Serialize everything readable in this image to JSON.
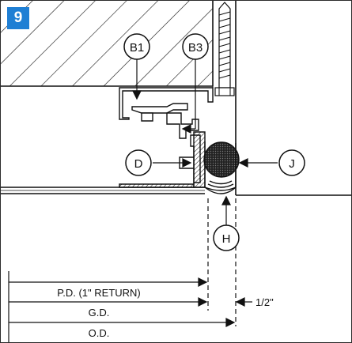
{
  "figure": {
    "number": "9",
    "accent_color": "#1f7fd4"
  },
  "callouts": {
    "b1": "B1",
    "b3": "B3",
    "d": "D",
    "j": "J",
    "h": "H"
  },
  "dimensions": {
    "pd": "P.D. (1\" RETURN)",
    "gd": "G.D.",
    "od": "O.D.",
    "half_inch": "1/2\""
  }
}
